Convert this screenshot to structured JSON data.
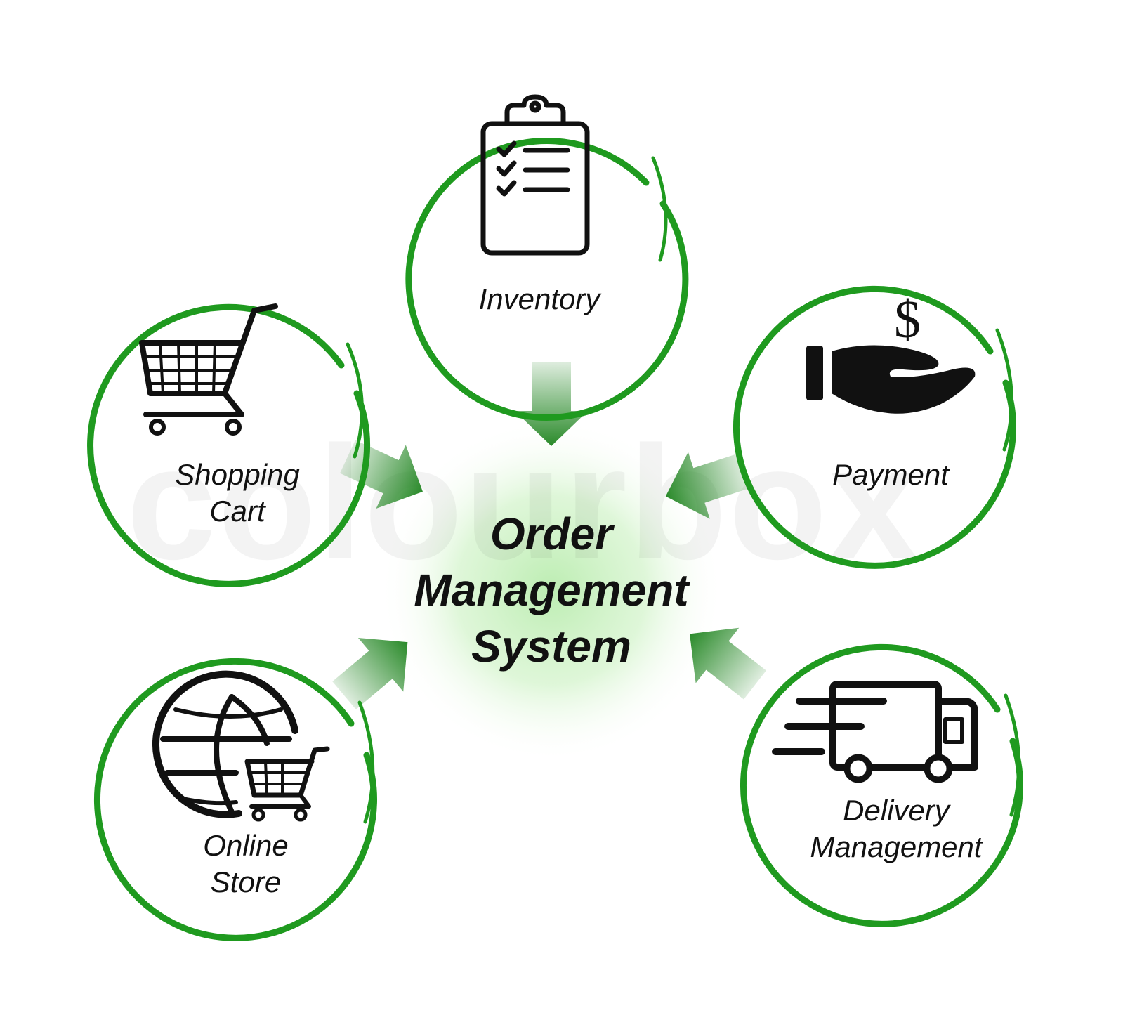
{
  "center": {
    "lines": [
      "Order",
      "Management",
      "System"
    ]
  },
  "nodes": [
    {
      "id": "inventory",
      "lines": [
        "Inventory"
      ],
      "icon": "clipboard-checklist-icon"
    },
    {
      "id": "shopping-cart",
      "lines": [
        "Shopping",
        "Cart"
      ],
      "icon": "shopping-cart-icon"
    },
    {
      "id": "payment",
      "lines": [
        "Payment"
      ],
      "icon": "hand-dollar-icon",
      "icon_text": "$"
    },
    {
      "id": "online-store",
      "lines": [
        "Online",
        "Store"
      ],
      "icon": "globe-cart-icon"
    },
    {
      "id": "delivery-management",
      "lines": [
        "Delivery",
        "Management"
      ],
      "icon": "delivery-truck-icon"
    }
  ],
  "watermark": "colourbox",
  "colors": {
    "ring": "#1f9a1f",
    "arrow": "#2a8a2a",
    "center_glow": "#c8f0c0",
    "icon": "#111111",
    "text": "#111111"
  }
}
